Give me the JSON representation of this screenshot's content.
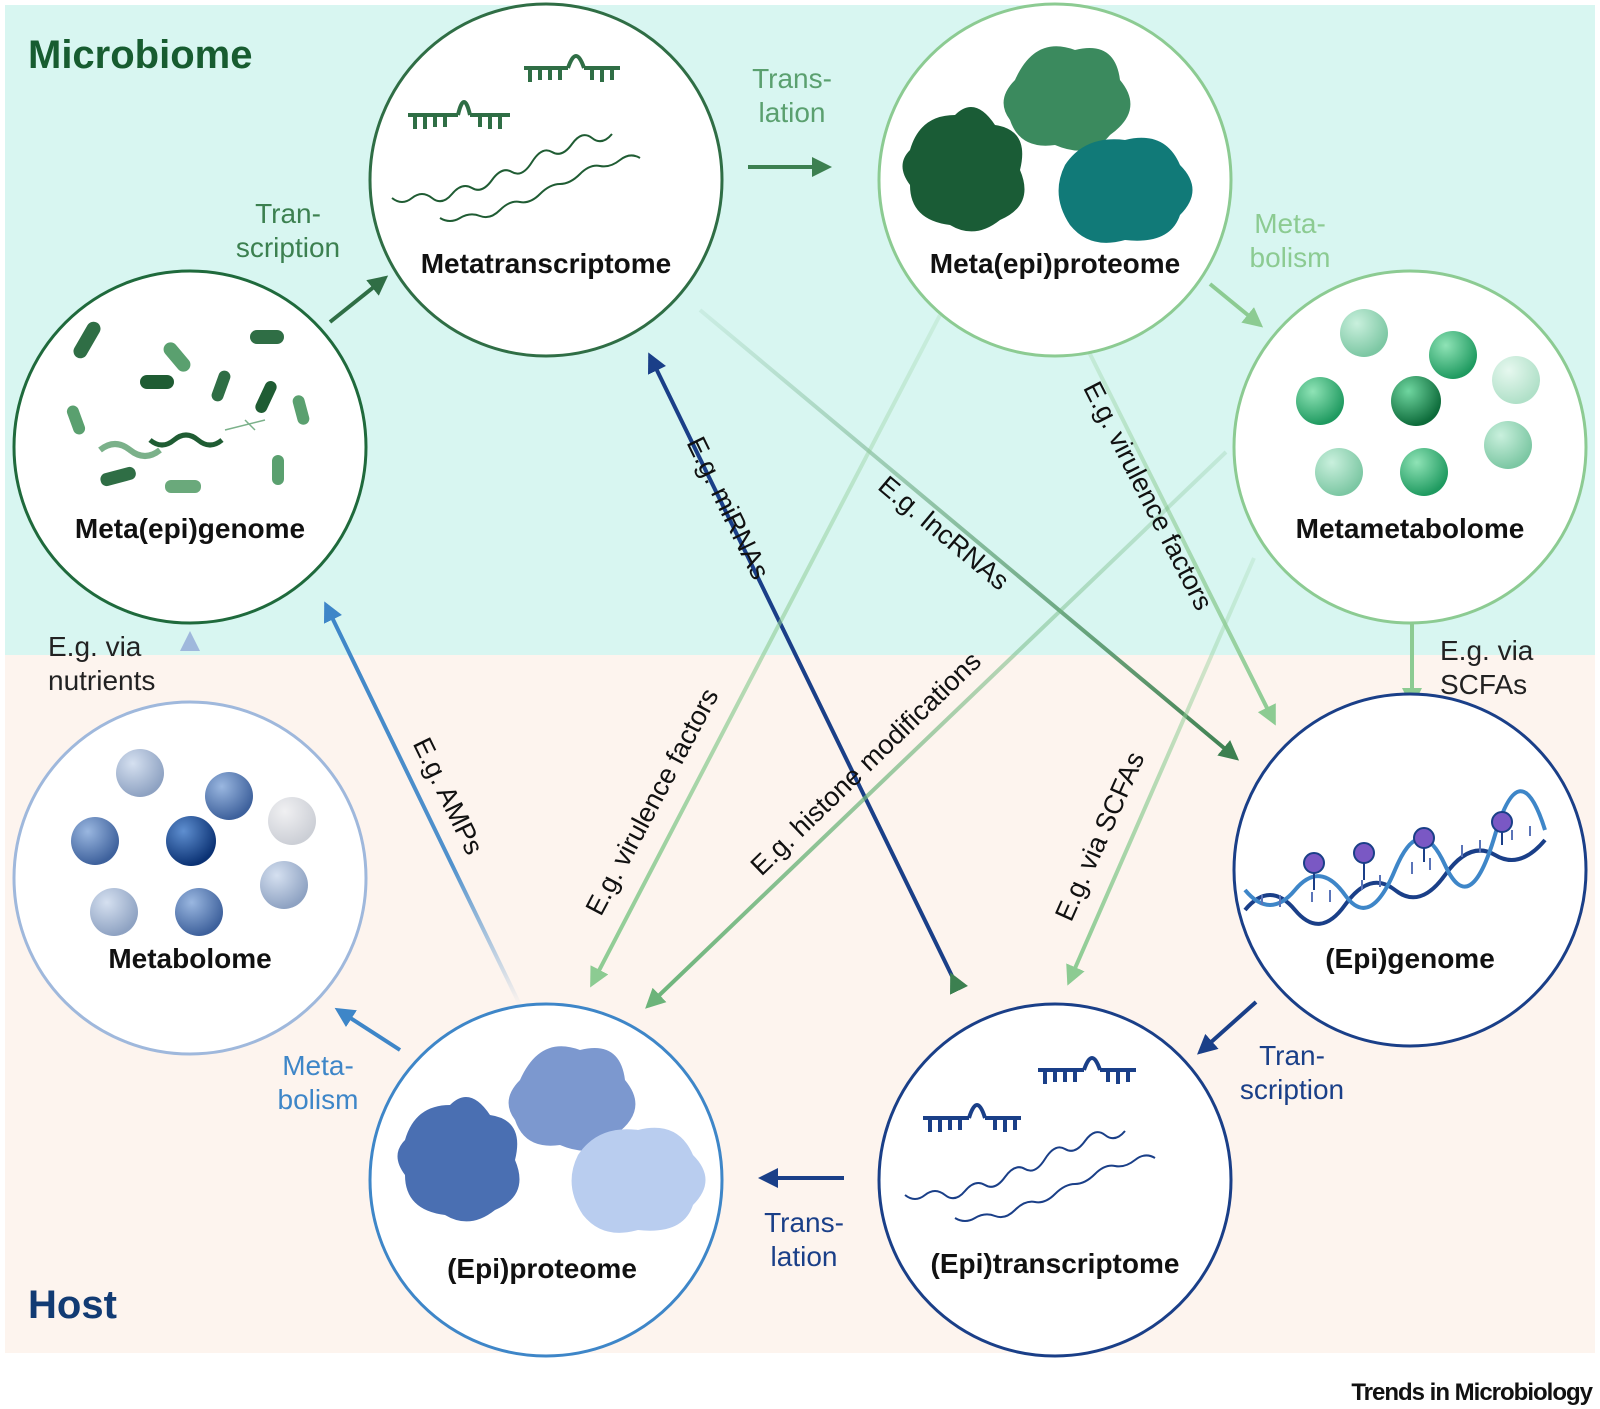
{
  "regions": {
    "microbiome": "Microbiome",
    "host": "Host"
  },
  "nodes": {
    "meta_epi_genome": "Meta(epi)genome",
    "metatranscriptome": "Metatranscriptome",
    "meta_epi_proteome": "Meta(epi)proteome",
    "metametabolome": "Metametabolome",
    "metabolome": "Metabolome",
    "epi_proteome": "(Epi)proteome",
    "epi_transcriptome": "(Epi)transcriptome",
    "epi_genome": "(Epi)genome"
  },
  "process_labels": {
    "microbe_transcription": [
      "Tran-",
      "scription"
    ],
    "microbe_translation": [
      "Trans-",
      "lation"
    ],
    "microbe_metabolism": [
      "Meta-",
      "bolism"
    ],
    "host_transcription": [
      "Tran-",
      "scription"
    ],
    "host_translation": [
      "Trans-",
      "lation"
    ],
    "host_metabolism": [
      "Meta-",
      "bolism"
    ],
    "via_nutrients": [
      "E.g. via",
      "nutrients"
    ],
    "via_scfas": [
      "E.g. via",
      "SCFAs"
    ]
  },
  "edge_labels": {
    "amps": "E.g. AMPs",
    "mirnas": "E.g. miRNAs",
    "lncrnas": "E.g. lncRNAs",
    "virulence_factors_right": "E.g. virulence factors",
    "virulence_factors_left": "E.g. virulence factors",
    "histone_modifications": "E.g. histone modifications",
    "via_scfas_diag": "E.g. via SCFAs"
  },
  "colors": {
    "microbiome_bg": "#d8f6f1",
    "host_bg": "#fdf4ee",
    "microbiome_title": "#175c30",
    "host_title": "#123b73",
    "dark_green": "#2f6e45",
    "mid_green": "#4e9a63",
    "light_green": "#8ccb92",
    "dark_blue": "#1a3f88",
    "mid_blue": "#3e86c8",
    "light_blue": "#9fb8dc"
  },
  "credit": "Trends in Microbiology"
}
